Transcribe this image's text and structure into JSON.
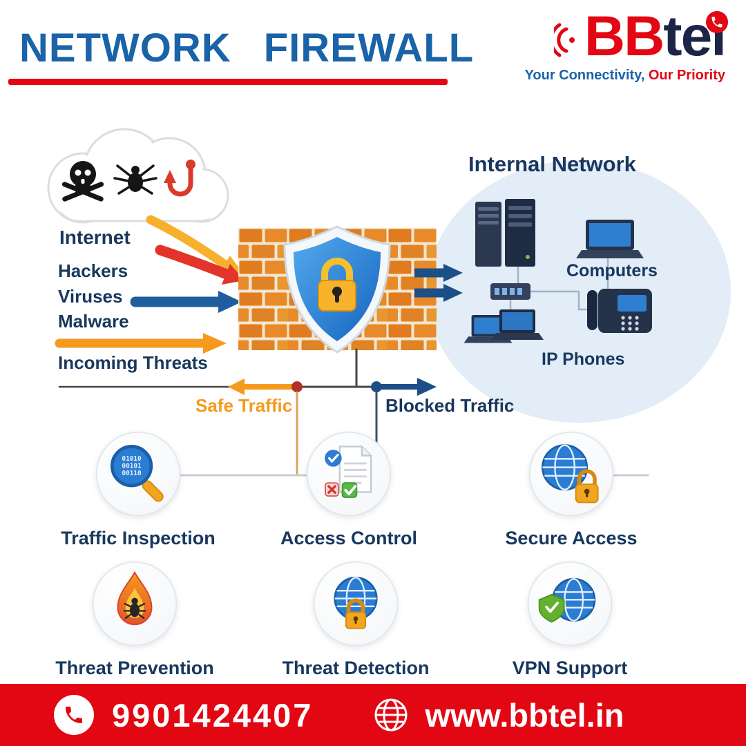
{
  "header": {
    "title": "NETWORK FIREWALL",
    "logo": {
      "name_part1": "BB",
      "name_part2": "tel",
      "tagline_part1": "Your Connectivity,",
      "tagline_part2": " Our Priority"
    }
  },
  "diagram": {
    "internet_label": "Internet",
    "threat_labels": [
      "Hackers",
      "Viruses",
      "Malware"
    ],
    "incoming_threats_label": "Incoming Threats",
    "internal_network_label": "Internal Network",
    "computers_label": "Computers",
    "ip_phones_label": "IP Phones",
    "safe_traffic_label": "Safe Traffic",
    "blocked_traffic_label": "Blocked Traffic",
    "inspection_binary": [
      "01010",
      "00101",
      "00110"
    ]
  },
  "features": [
    {
      "label": "Traffic Inspection"
    },
    {
      "label": "Access Control"
    },
    {
      "label": "Secure Access"
    },
    {
      "label": "Threat Prevention"
    },
    {
      "label": "Threat Detection"
    },
    {
      "label": "VPN Support"
    }
  ],
  "footer": {
    "phone_number": "9901424407",
    "website": "www.bbtel.in"
  },
  "colors": {
    "title_blue": "#1a63a8",
    "brand_red": "#e30613",
    "navy_text": "#17375e",
    "safe_orange": "#f59a1d",
    "blocked_blue": "#1b4f86",
    "brick_orange": "#e0801f",
    "shield_blue": "#1565c0"
  }
}
